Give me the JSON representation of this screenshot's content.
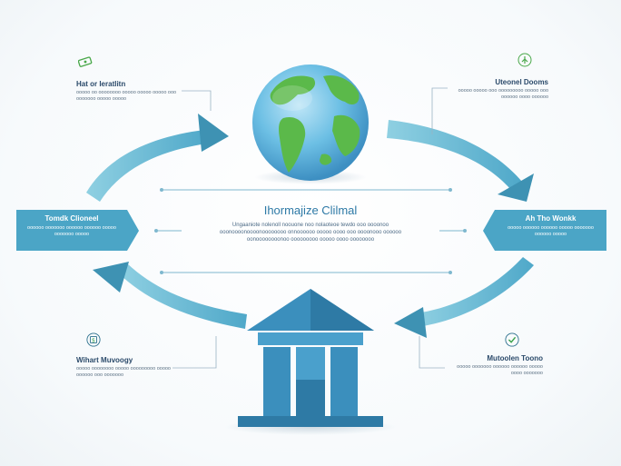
{
  "center": {
    "title": "Ihormajize Clilmal",
    "text": "Ungaaniote nolenoll noouone noo nolaoteoe tewdo ooo oooonoo ooonoooonoooonoooooooo onnoooooo ooooo oooo ooo oooonooo oooooo oonoooooooonoo ooooooooo ooooo oooo oooooooo"
  },
  "top_left": {
    "title": "Hat or Ieratlitn",
    "text": "ooooo oo oooooooo ooooo ooooo ooooo ooo ooooooo ooooo ooooo"
  },
  "top_right": {
    "title": "Uteonel Dooms",
    "text": "ooooo ooooo ooo ooooooooo ooooo ooo oooooo oooo oooooo"
  },
  "left_banner": {
    "title": "Tomdk Clioneel",
    "text": "oooooo ooooooo oooooo oooooo ooooo ooooooo ooooo"
  },
  "right_banner": {
    "title": "Ah Tho Wonkk",
    "text": "ooooo oooooo oooooo ooooo ooooooo oooooo ooooo"
  },
  "bottom_left": {
    "title": "Wihart Muvoogy",
    "text": "ooooo oooooooo ooooo ooooooooo ooooo oooooo ooo ooooooo"
  },
  "bottom_right": {
    "title": "Mutoolen Toono",
    "text": "ooooo ooooooo oooooo oooooo ooooo oooo ooooooo"
  },
  "colors": {
    "arrow": "#6cc0d6",
    "arrow_head": "#3e92b3",
    "banner": "#4ba5c6",
    "building": "#3b8fbd",
    "globe_ocean": "#5fb4de",
    "globe_land": "#5bb94a"
  },
  "icons": {
    "top_left": "money-icon",
    "top_right": "tree-icon",
    "bottom_left": "shield-money-icon",
    "bottom_right": "checkmark-icon"
  }
}
